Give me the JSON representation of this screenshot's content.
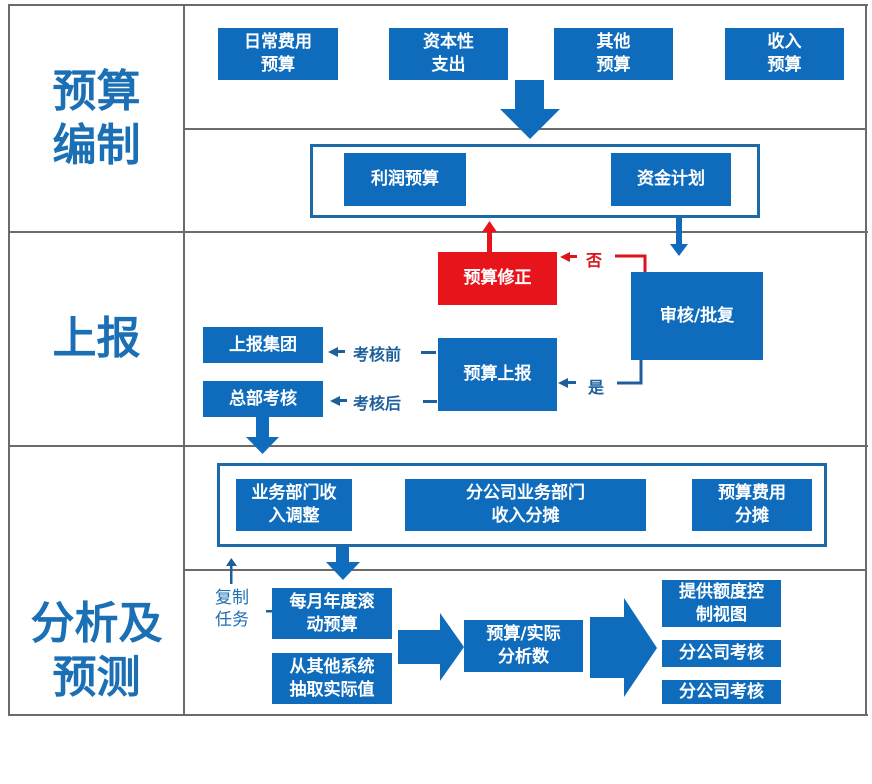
{
  "colors": {
    "box_blue": "#0f6cbd",
    "box_red": "#e8141b",
    "stage_text": "#1b6fb5",
    "grid_line": "#6b6b6b"
  },
  "stages": {
    "compile": "预算\n编制",
    "report": "上报",
    "analysis": "分析及\n预测"
  },
  "compile": {
    "inputs": [
      "日常费用\n预算",
      "资本性\n支出",
      "其他\n预算",
      "收入\n预算"
    ],
    "outputs": [
      "利润预算",
      "资金计划"
    ]
  },
  "report": {
    "correction": "预算修正",
    "review": "审核/批复",
    "no_label": "否",
    "yes_label": "是",
    "submit": "预算上报",
    "before_label": "考核前",
    "after_label": "考核后",
    "group": "上报集团",
    "hq_assess": "总部考核"
  },
  "analysis": {
    "adjustments": [
      "业务部门收\n入调整",
      "分公司业务部门\n收入分摊",
      "预算费用\n分摊"
    ],
    "copy_task": "复制\n任务",
    "rolling": "每月年度滚\n动预算",
    "extract": "从其他系统\n抽取实际值",
    "analysis_num": "预算/实际\n分析数",
    "results": [
      "提供额度控\n制视图",
      "分公司考核",
      "分公司考核"
    ]
  }
}
